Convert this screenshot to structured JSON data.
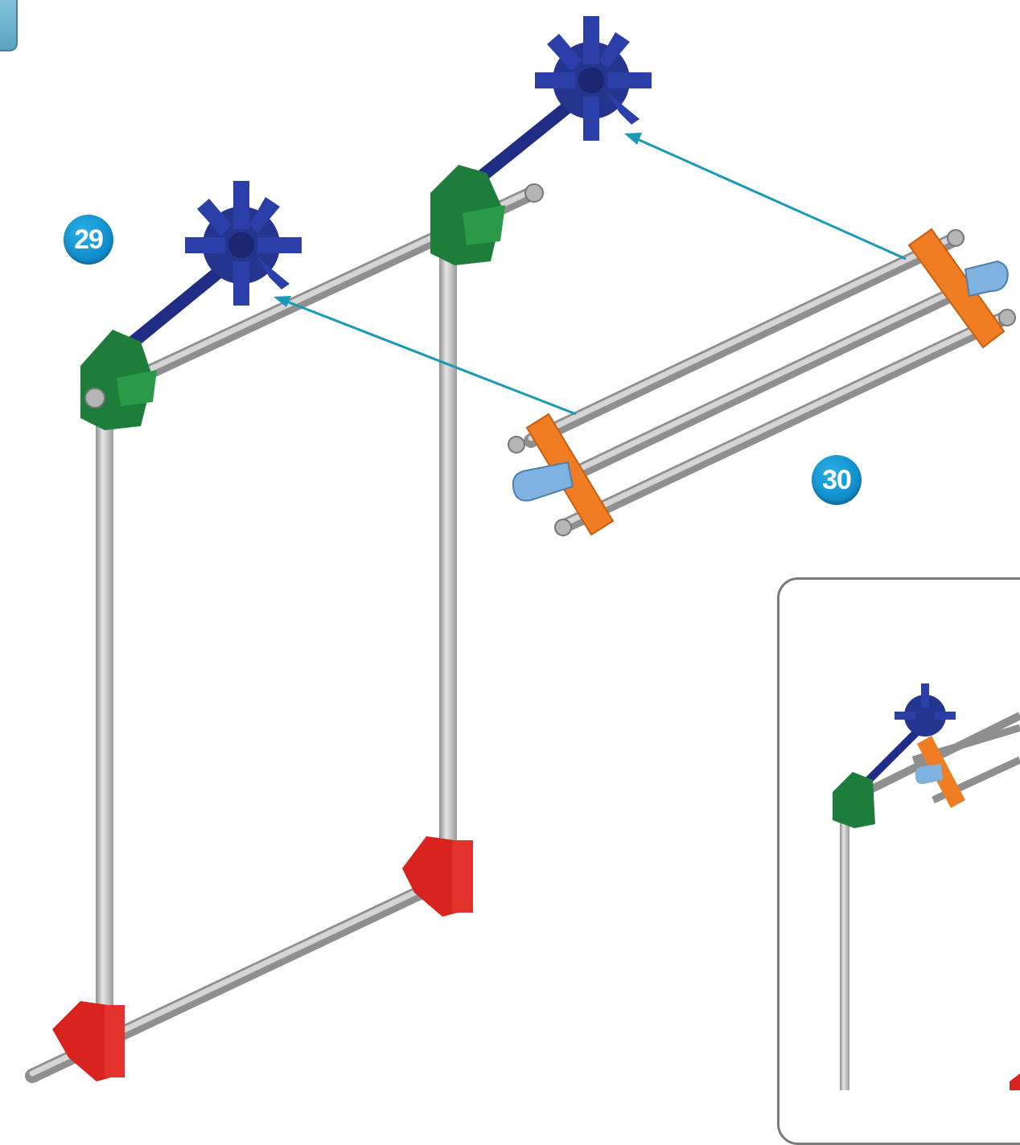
{
  "steps": [
    {
      "number": "29"
    },
    {
      "number": "30"
    }
  ],
  "colors": {
    "rod": "#b8b8b8",
    "rod_dark": "#8e8e8e",
    "rod_light": "#e6e6e6",
    "connector_blue": "#24348f",
    "connector_green": "#1e7d3a",
    "connector_red": "#d8231f",
    "connector_orange": "#f07d23",
    "clip_light_blue": "#7fb2de",
    "arrow": "#1a9ab8",
    "badge": "#1391cf",
    "inset_border": "#7a7a7a"
  },
  "icons": [
    "step-number-badge",
    "assembly-arrow",
    "corner-tab"
  ]
}
